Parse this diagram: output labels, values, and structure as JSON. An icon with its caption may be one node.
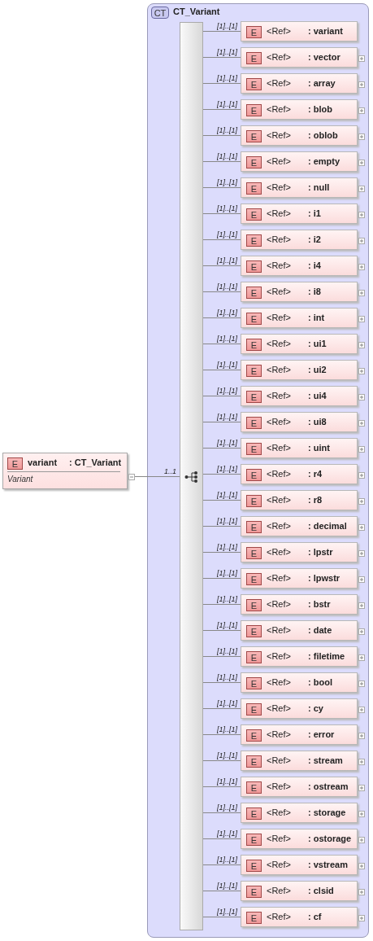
{
  "diagram": {
    "nodes": [
      {
        "text": [
          "E",
          "variant",
          ": CT_Variant",
          "Variant"
        ]
      },
      {
        "text": [
          "CT",
          "CT_Variant"
        ]
      },
      {
        "text": [],
        "shape": "bar",
        "in": 1
      },
      {
        "text": [
          "E",
          "<Ref>",
          ": variant"
        ],
        "in": 1
      },
      {
        "text": [
          "E",
          "<Ref>",
          ": vector"
        ],
        "in": 1
      },
      {
        "text": [
          "E",
          "<Ref>",
          ": array"
        ],
        "in": 1
      },
      {
        "text": [
          "E",
          "<Ref>",
          ": blob"
        ],
        "in": 1
      },
      {
        "text": [
          "E",
          "<Ref>",
          ": oblob"
        ],
        "in": 1
      },
      {
        "text": [
          "E",
          "<Ref>",
          ": empty"
        ],
        "in": 1
      },
      {
        "text": [
          "E",
          "<Ref>",
          ": null"
        ],
        "in": 1
      },
      {
        "text": [
          "E",
          "<Ref>",
          ": i1"
        ],
        "in": 1
      },
      {
        "text": [
          "E",
          "<Ref>",
          ": i2"
        ],
        "in": 1
      },
      {
        "text": [
          "E",
          "<Ref>",
          ": i4"
        ],
        "in": 1
      },
      {
        "text": [
          "E",
          "<Ref>",
          ": i8"
        ],
        "in": 1
      },
      {
        "text": [
          "E",
          "<Ref>",
          ": int"
        ],
        "in": 1
      },
      {
        "text": [
          "E",
          "<Ref>",
          ": ui1"
        ],
        "in": 1
      },
      {
        "text": [
          "E",
          "<Ref>",
          ": ui2"
        ],
        "in": 1
      },
      {
        "text": [
          "E",
          "<Ref>",
          ": ui4"
        ],
        "in": 1
      },
      {
        "text": [
          "E",
          "<Ref>",
          ": ui8"
        ],
        "in": 1
      },
      {
        "text": [
          "E",
          "<Ref>",
          ": uint"
        ],
        "in": 1
      },
      {
        "text": [
          "E",
          "<Ref>",
          ": r4"
        ],
        "in": 1
      },
      {
        "text": [
          "E",
          "<Ref>",
          ": r8"
        ],
        "in": 1
      },
      {
        "text": [
          "E",
          "<Ref>",
          ": decimal"
        ],
        "in": 1
      },
      {
        "text": [
          "E",
          "<Ref>",
          ": lpstr"
        ],
        "in": 1
      },
      {
        "text": [
          "E",
          "<Ref>",
          ": lpwstr"
        ],
        "in": 1
      },
      {
        "text": [
          "E",
          "<Ref>",
          ": bstr"
        ],
        "in": 1
      },
      {
        "text": [
          "E",
          "<Ref>",
          ": date"
        ],
        "in": 1
      },
      {
        "text": [
          "E",
          "<Ref>",
          ": filetime"
        ],
        "in": 1
      },
      {
        "text": [
          "E",
          "<Ref>",
          ": bool"
        ],
        "in": 1
      },
      {
        "text": [
          "E",
          "<Ref>",
          ": cy"
        ],
        "in": 1
      },
      {
        "text": [
          "E",
          "<Ref>",
          ": error"
        ],
        "in": 1
      },
      {
        "text": [
          "E",
          "<Ref>",
          ": stream"
        ],
        "in": 1
      },
      {
        "text": [
          "E",
          "<Ref>",
          ": ostream"
        ],
        "in": 1
      },
      {
        "text": [
          "E",
          "<Ref>",
          ": storage"
        ],
        "in": 1
      },
      {
        "text": [
          "E",
          "<Ref>",
          ": ostorage"
        ],
        "in": 1
      },
      {
        "text": [
          "E",
          "<Ref>",
          ": vstream"
        ],
        "in": 1
      },
      {
        "text": [
          "E",
          "<Ref>",
          ": clsid"
        ],
        "in": 1
      },
      {
        "text": [
          "E",
          "<Ref>",
          ": cf"
        ],
        "in": 1
      }
    ],
    "edges": [
      {
        "from": 0,
        "to": 2,
        "arrow": "none",
        "label": "1..1"
      },
      {
        "from": 2,
        "to": 3,
        "arrow": "none",
        "label": "[1]..[1]"
      },
      {
        "from": 2,
        "to": 4,
        "arrow": "none",
        "label": "[1]..[1]"
      },
      {
        "from": 2,
        "to": 5,
        "arrow": "none",
        "label": "[1]..[1]"
      },
      {
        "from": 2,
        "to": 6,
        "arrow": "none",
        "label": "[1]..[1]"
      },
      {
        "from": 2,
        "to": 7,
        "arrow": "none",
        "label": "[1]..[1]"
      },
      {
        "from": 2,
        "to": 8,
        "arrow": "none",
        "label": "[1]..[1]"
      },
      {
        "from": 2,
        "to": 9,
        "arrow": "none",
        "label": "[1]..[1]"
      },
      {
        "from": 2,
        "to": 10,
        "arrow": "none",
        "label": "[1]..[1]"
      },
      {
        "from": 2,
        "to": 11,
        "arrow": "none",
        "label": "[1]..[1]"
      },
      {
        "from": 2,
        "to": 12,
        "arrow": "none",
        "label": "[1]..[1]"
      },
      {
        "from": 2,
        "to": 13,
        "arrow": "none",
        "label": "[1]..[1]"
      },
      {
        "from": 2,
        "to": 14,
        "arrow": "none",
        "label": "[1]..[1]"
      },
      {
        "from": 2,
        "to": 15,
        "arrow": "none",
        "label": "[1]..[1]"
      },
      {
        "from": 2,
        "to": 16,
        "arrow": "none",
        "label": "[1]..[1]"
      },
      {
        "from": 2,
        "to": 17,
        "arrow": "none",
        "label": "[1]..[1]"
      },
      {
        "from": 2,
        "to": 18,
        "arrow": "none",
        "label": "[1]..[1]"
      },
      {
        "from": 2,
        "to": 19,
        "arrow": "none",
        "label": "[1]..[1]"
      },
      {
        "from": 2,
        "to": 20,
        "arrow": "none",
        "label": "[1]..[1]"
      },
      {
        "from": 2,
        "to": 21,
        "arrow": "none",
        "label": "[1]..[1]"
      },
      {
        "from": 2,
        "to": 22,
        "arrow": "none",
        "label": "[1]..[1]"
      },
      {
        "from": 2,
        "to": 23,
        "arrow": "none",
        "label": "[1]..[1]"
      },
      {
        "from": 2,
        "to": 24,
        "arrow": "none",
        "label": "[1]..[1]"
      },
      {
        "from": 2,
        "to": 25,
        "arrow": "none",
        "label": "[1]..[1]"
      },
      {
        "from": 2,
        "to": 26,
        "arrow": "none",
        "label": "[1]..[1]"
      },
      {
        "from": 2,
        "to": 27,
        "arrow": "none",
        "label": "[1]..[1]"
      },
      {
        "from": 2,
        "to": 28,
        "arrow": "none",
        "label": "[1]..[1]"
      },
      {
        "from": 2,
        "to": 29,
        "arrow": "none",
        "label": "[1]..[1]"
      },
      {
        "from": 2,
        "to": 30,
        "arrow": "none",
        "label": "[1]..[1]"
      },
      {
        "from": 2,
        "to": 31,
        "arrow": "none",
        "label": "[1]..[1]"
      },
      {
        "from": 2,
        "to": 32,
        "arrow": "none",
        "label": "[1]..[1]"
      },
      {
        "from": 2,
        "to": 33,
        "arrow": "none",
        "label": "[1]..[1]"
      },
      {
        "from": 2,
        "to": 34,
        "arrow": "none",
        "label": "[1]..[1]"
      },
      {
        "from": 2,
        "to": 35,
        "arrow": "none",
        "label": "[1]..[1]"
      },
      {
        "from": 2,
        "to": 36,
        "arrow": "none",
        "label": "[1]..[1]"
      },
      {
        "from": 2,
        "to": 37,
        "arrow": "none",
        "label": "[1]..[1]"
      }
    ]
  }
}
